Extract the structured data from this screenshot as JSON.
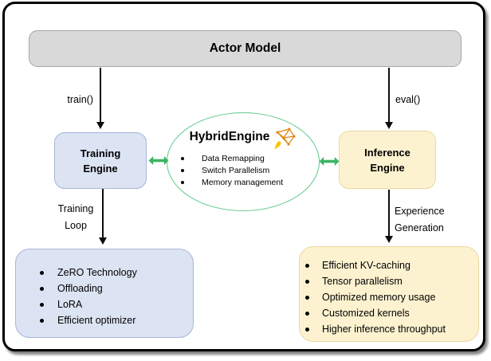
{
  "colors": {
    "actor_fill": "#d9d9d9",
    "actor_border": "#a6a6a6",
    "training_fill": "#dce3f3",
    "training_border": "#a9b5da",
    "inference_fill": "#fdf2d0",
    "inference_border": "#e9d89f",
    "hybrid_ellipse_border": "#5dc98c",
    "connector_green": "#3cb464",
    "arrow_black": "#0d0d0d"
  },
  "actor_model": {
    "label": "Actor Model"
  },
  "arrows": {
    "train_label": "train()",
    "eval_label": "eval()",
    "training_loop_line1": "Training",
    "training_loop_line2": "Loop",
    "experience_line1": "Experience",
    "experience_line2": "Generation"
  },
  "training_engine": {
    "title_line1": "Training",
    "title_line2": "Engine"
  },
  "inference_engine": {
    "title_line1": "Inference",
    "title_line2": "Engine"
  },
  "hybrid_engine": {
    "title": "HybridEngine",
    "icon": "network-graph-icon",
    "items": [
      "Data Remapping",
      "Switch Parallelism",
      "Memory management"
    ]
  },
  "training_features": {
    "items": [
      "ZeRO Technology",
      "Offloading",
      "LoRA",
      "Efficient optimizer"
    ]
  },
  "inference_features": {
    "items": [
      "Efficient KV-caching",
      "Tensor parallelism",
      "Optimized memory usage",
      "Customized kernels",
      "Higher inference throughput"
    ]
  }
}
